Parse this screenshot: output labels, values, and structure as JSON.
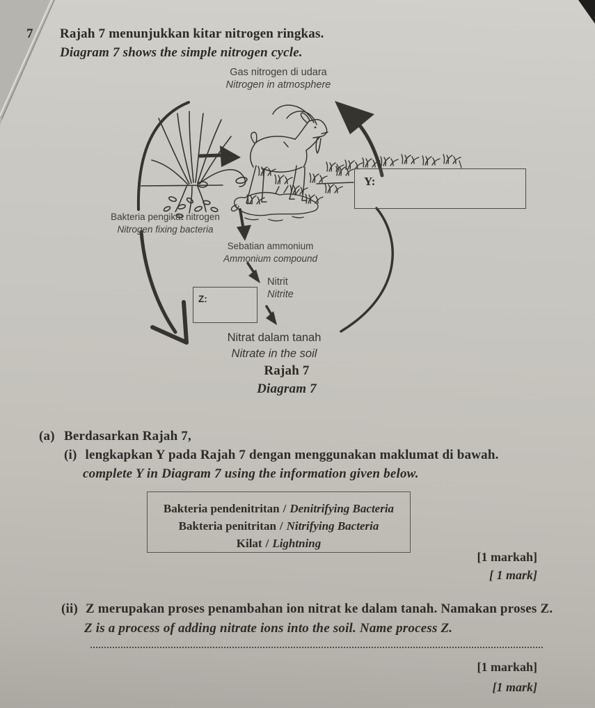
{
  "page": {
    "question_number": "7",
    "title_malay": "Rajah 7 menunjukkan kitar nitrogen ringkas.",
    "title_english": "Diagram 7 shows the simple nitrogen cycle."
  },
  "diagram": {
    "atmosphere": {
      "malay": "Gas nitrogen di udara",
      "english": "Nitrogen in atmosphere"
    },
    "fixing_bacteria": {
      "malay": "Bakteria pengikat nitrogen",
      "english": "Nitrogen fixing bacteria"
    },
    "ammonium": {
      "malay": "Sebatian ammonium",
      "english": "Ammonium compound"
    },
    "nitrite": {
      "malay": "Nitrit",
      "english": "Nitrite"
    },
    "nitrate": {
      "malay": "Nitrat dalam tanah",
      "english": "Nitrate in the soil"
    },
    "y_box_label": "Y:",
    "z_box_label": "Z:",
    "caption": {
      "malay": "Rajah 7",
      "english": "Diagram 7"
    }
  },
  "part_a": {
    "label": "(a)",
    "heading": "Berdasarkan Rajah 7,",
    "part_i": {
      "label": "(i)",
      "text_malay": "lengkapkan Y pada Rajah 7 dengan menggunakan maklumat di bawah.",
      "text_english": "complete Y in Diagram 7 using the information given below.",
      "options": [
        {
          "malay": "Bakteria pendenitritan",
          "english": "Denitrifying Bacteria"
        },
        {
          "malay": "Bakteria penitritan",
          "english": "Nitrifying Bacteria"
        },
        {
          "malay": "Kilat",
          "english": "Lightning"
        }
      ],
      "marks_malay": "[1 markah]",
      "marks_english": "[ 1 mark]"
    },
    "part_ii": {
      "label": "(ii)",
      "text_malay": "Z merupakan proses penambahan ion nitrat ke dalam tanah. Namakan proses Z.",
      "text_english": "Z is a process of adding nitrate ions into the soil. Name process Z.",
      "marks_malay": "[1 markah]",
      "marks_english": "[1 mark]"
    }
  },
  "ui": {
    "separator": "/"
  }
}
